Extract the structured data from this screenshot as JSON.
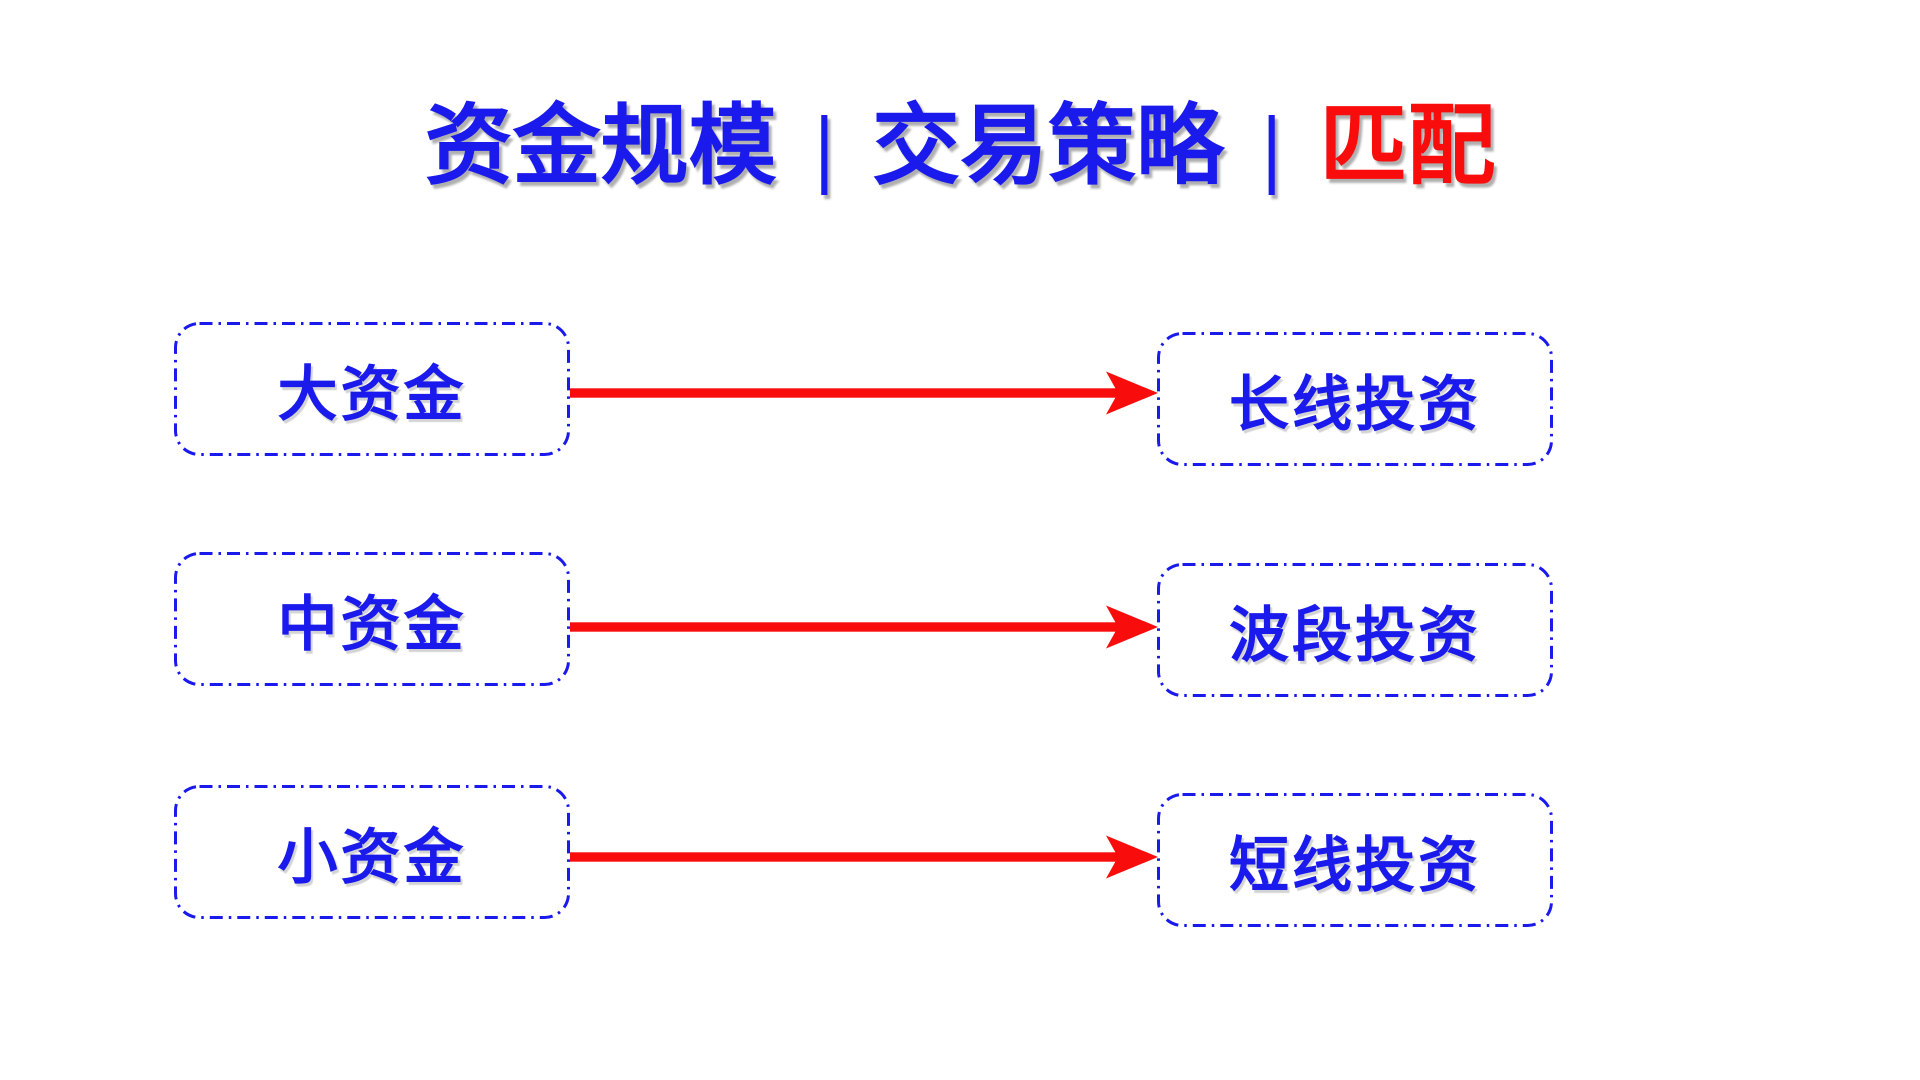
{
  "title": {
    "segment_capital": "资金规模",
    "segment_strategy": "交易策略",
    "segment_match": "匹配",
    "separator": "|"
  },
  "diagram": {
    "rows": [
      {
        "left": "大资金",
        "right": "长线投资"
      },
      {
        "left": "中资金",
        "right": "波段投资"
      },
      {
        "left": "小资金",
        "right": "短线投资"
      }
    ]
  },
  "colors": {
    "blue": "#1a1aec",
    "red": "#f90c0c"
  }
}
